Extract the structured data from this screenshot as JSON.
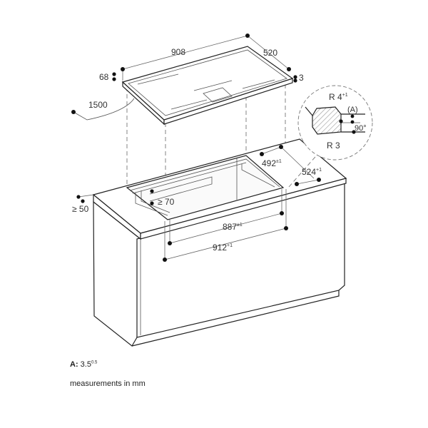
{
  "dimensions": {
    "cooktop_width": "908",
    "cooktop_depth": "520",
    "cooktop_height": "68",
    "cooktop_frame": "3",
    "cable_length": "1500",
    "wall_clearance": "≥ 50",
    "front_clearance": "≥ 70",
    "cutout_inner_width": "887",
    "cutout_inner_width_tol": "±1",
    "cutout_outer_width": "912",
    "cutout_outer_width_tol": "+1",
    "cutout_inner_depth": "492",
    "cutout_inner_depth_tol": "±1",
    "cutout_outer_depth": "524",
    "cutout_outer_depth_tol": "+1"
  },
  "detail": {
    "radius_top": "R 4",
    "radius_top_tol": "+1",
    "label_a": "(A)",
    "angle": "90°",
    "radius_bottom": "R 3"
  },
  "notes": {
    "a_label": "A:",
    "a_value": "3.5",
    "a_tol": "0.5",
    "units": "measurements in mm"
  }
}
